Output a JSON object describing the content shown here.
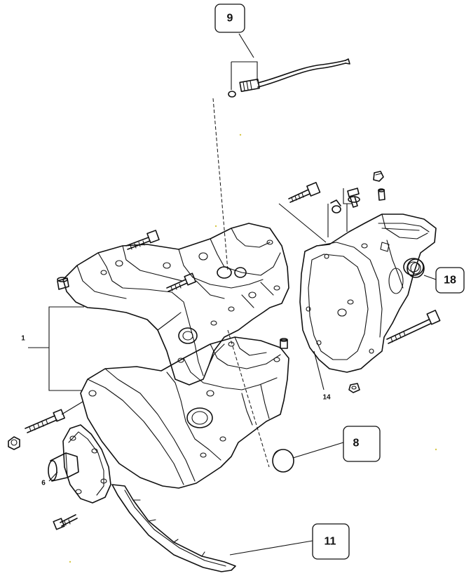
{
  "callouts": [
    {
      "id": "9",
      "text": "9"
    },
    {
      "id": "18",
      "text": "18"
    },
    {
      "id": "8",
      "text": "8"
    },
    {
      "id": "11",
      "text": "11"
    }
  ],
  "labels": [
    {
      "id": "1",
      "text": "1"
    },
    {
      "id": "14",
      "text": "14"
    },
    {
      "id": "6",
      "text": "6"
    }
  ],
  "colors": {
    "line": "#111111",
    "background": "#ffffff"
  }
}
